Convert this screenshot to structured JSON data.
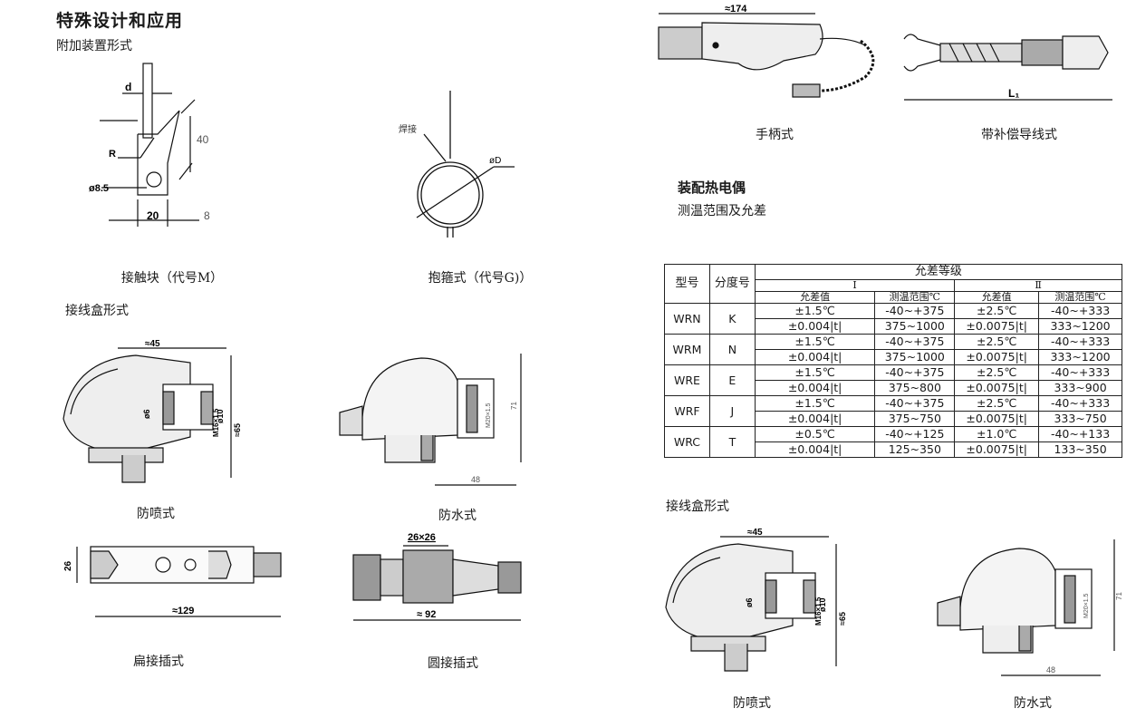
{
  "left": {
    "title": "特殊设计和应用",
    "attachment_heading": "附加装置形式",
    "contact_block": {
      "caption": "接触块（代号M）",
      "dim_d": "d",
      "dim_40": "40",
      "dim_R": "R",
      "dim_hole": "ø8.5",
      "dim_20": "20",
      "dim_8": "8"
    },
    "hoop": {
      "caption": "抱箍式（代号G)）",
      "weld_label": "焊接",
      "dim_D": "øD"
    },
    "junction_heading": "接线盒形式",
    "splash_caption": "防喷式",
    "waterproof_caption": "防水式",
    "splash_dims": {
      "w": "≈45",
      "d6": "ø6",
      "d10": "ø10",
      "m16": "M16×1.5",
      "h": "≈65"
    },
    "waterproof_dims": {
      "w": "48",
      "h": "71",
      "m": "M20×1.5"
    },
    "flat_plug": {
      "caption": "扁接插式",
      "dim_26": "26",
      "dim_len": "≈129"
    },
    "round_plug": {
      "caption": "圆接插式",
      "dim_sq": "26×26",
      "dim_len": "≈ 92"
    }
  },
  "right": {
    "handle": {
      "caption": "手柄式",
      "dim_len": "≈174"
    },
    "comp_lead": {
      "caption": "带补偿导线式",
      "dim_L": "L₁"
    },
    "assembly_heading": "装配热电偶",
    "range_heading": "测温范围及允差",
    "table": {
      "col_model": "型号",
      "col_grad": "分度号",
      "col_tol": "允差等级",
      "class1": "Ⅰ",
      "class2": "Ⅱ",
      "sub_tol": "允差值",
      "sub_range": "测温范围℃",
      "rows": [
        {
          "model": "WRN",
          "grad": "K",
          "t1a": "±1.5℃",
          "r1a": "-40~+375",
          "t2a": "±2.5℃",
          "r2a": "-40~+333",
          "t1b": "±0.004|t|",
          "r1b": "375~1000",
          "t2b": "±0.0075|t|",
          "r2b": "333~1200"
        },
        {
          "model": "WRM",
          "grad": "N",
          "t1a": "±1.5℃",
          "r1a": "-40~+375",
          "t2a": "±2.5℃",
          "r2a": "-40~+333",
          "t1b": "±0.004|t|",
          "r1b": "375~1000",
          "t2b": "±0.0075|t|",
          "r2b": "333~1200"
        },
        {
          "model": "WRE",
          "grad": "E",
          "t1a": "±1.5℃",
          "r1a": "-40~+375",
          "t2a": "±2.5℃",
          "r2a": "-40~+333",
          "t1b": "±0.004|t|",
          "r1b": "375~800",
          "t2b": "±0.0075|t|",
          "r2b": "333~900"
        },
        {
          "model": "WRF",
          "grad": "J",
          "t1a": "±1.5℃",
          "r1a": "-40~+375",
          "t2a": "±2.5℃",
          "r2a": "-40~+333",
          "t1b": "±0.004|t|",
          "r1b": "375~750",
          "t2b": "±0.0075|t|",
          "r2b": "333~750"
        },
        {
          "model": "WRC",
          "grad": "T",
          "t1a": "±0.5℃",
          "r1a": "-40~+125",
          "t2a": "±1.0℃",
          "r2a": "-40~+133",
          "t1b": "±0.004|t|",
          "r1b": "125~350",
          "t2b": "±0.0075|t|",
          "r2b": "133~350"
        }
      ]
    },
    "junction_heading": "接线盒形式",
    "splash_caption": "防喷式",
    "waterproof_caption": "防水式",
    "splash_dims": {
      "w": "≈45",
      "d6": "ø6",
      "d10": "ø10",
      "m16": "M16×1.5",
      "h": "≈65"
    },
    "waterproof_dims": {
      "w": "48",
      "h": "71",
      "m": "M20×1.5"
    }
  }
}
